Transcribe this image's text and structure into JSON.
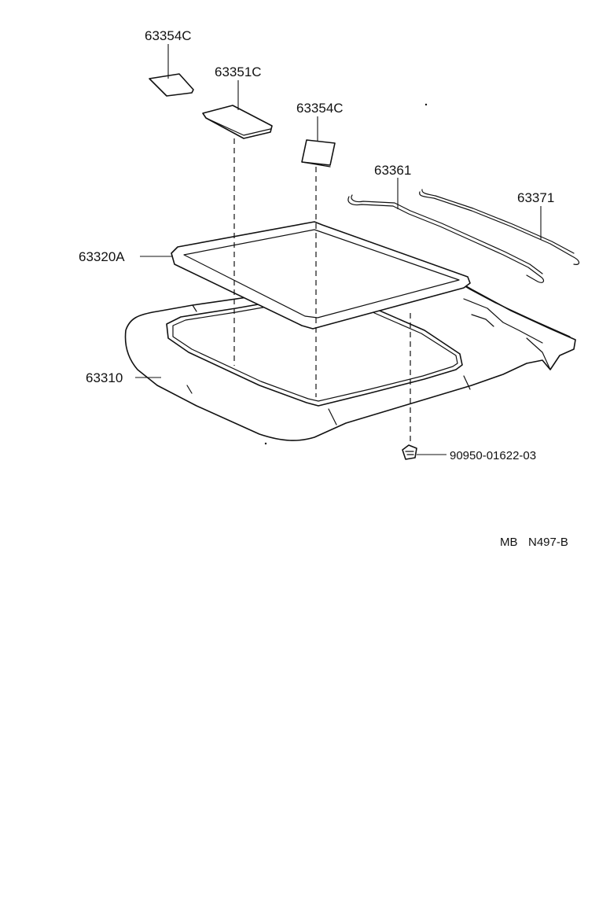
{
  "labels": {
    "p63354c_top": "63354C",
    "p63351c": "63351C",
    "p63354c_mid": "63354C",
    "p63361": "63361",
    "p63371": "63371",
    "p63320a": "63320A",
    "p63310": "63310",
    "p9095001622": "90950-01622-03"
  },
  "footer": {
    "code_prefix": "MB",
    "code": "N497-B"
  }
}
